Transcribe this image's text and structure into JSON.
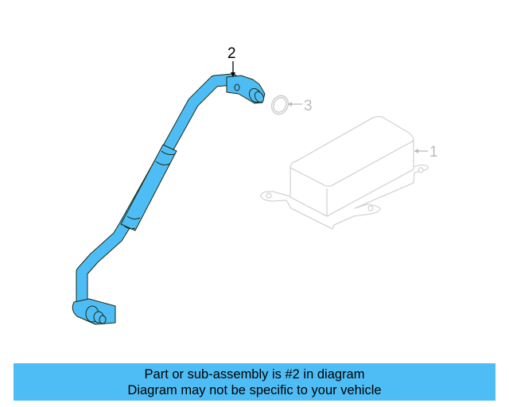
{
  "diagram": {
    "callouts": [
      {
        "number": "1",
        "highlighted": false
      },
      {
        "number": "2",
        "highlighted": true
      },
      {
        "number": "3",
        "highlighted": false
      }
    ],
    "highlight_color": "#4fbdf5",
    "faded_color": "#d4d4d4"
  },
  "banner": {
    "line1": "Part or sub-assembly is #2 in diagram",
    "line2": "Diagram may not be specific to your vehicle",
    "color": "#4fbdf5"
  }
}
